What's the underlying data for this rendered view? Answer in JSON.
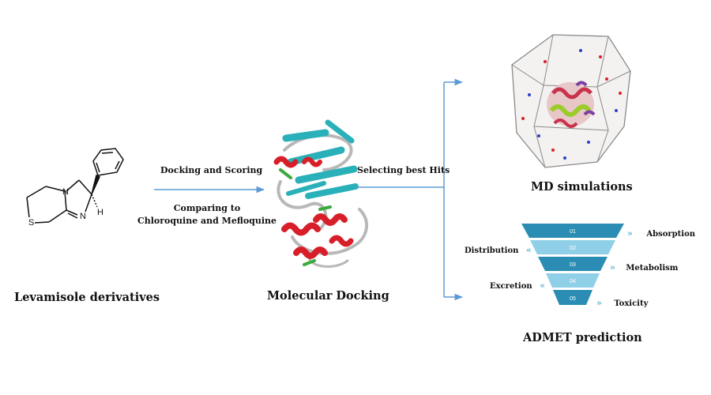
{
  "labels": {
    "levamisole": "Levamisole derivatives",
    "docking_scoring": "Docking and Scoring",
    "comparing_to": "Comparing to",
    "chloroquine": "Chloroquine and Mefloquine",
    "molecular_docking": "Molecular Docking",
    "selecting": "Selecting best Hits",
    "md": "MD simulations",
    "admet": "ADMET prediction"
  },
  "molecule": {
    "s": "S",
    "n1": "N",
    "n2": "N",
    "h": "H"
  },
  "funnel": {
    "levels": [
      "01",
      "02",
      "03",
      "04",
      "05"
    ],
    "items": [
      "Absorption",
      "Distribution",
      "Metabolism",
      "Excretion",
      "Toxicity"
    ],
    "chevron_right": "»",
    "chevron_left": "«"
  },
  "colors": {
    "arrow": "#5b9bd5",
    "funnel_dark": "#2b8db3",
    "funnel_light": "#8fd0e8",
    "helix": "#d81e28",
    "sheet": "#2ab0b8",
    "loop": "#b8b8b8",
    "green": "#3caa3c"
  }
}
